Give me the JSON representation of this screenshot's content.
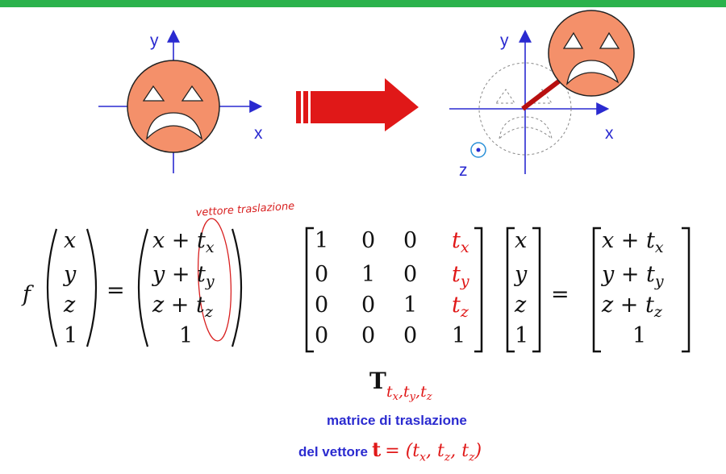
{
  "axes": {
    "left": {
      "x_label": "x",
      "y_label": "y"
    },
    "right": {
      "x_label": "x",
      "y_label": "y",
      "z_label": "z"
    }
  },
  "annotation": {
    "handwritten": "vettore traslazione"
  },
  "function": {
    "name": "f",
    "input_vector": [
      "x",
      "y",
      "z",
      "1"
    ],
    "output_vector": [
      {
        "base": "x +",
        "t": "t",
        "sub": "x"
      },
      {
        "base": "y +",
        "t": "t",
        "sub": "y"
      },
      {
        "base": "z +",
        "t": "t",
        "sub": "z"
      },
      {
        "base": "1",
        "t": "",
        "sub": ""
      }
    ]
  },
  "matrix": {
    "rows": [
      [
        "1",
        "0",
        "0",
        "t_x"
      ],
      [
        "0",
        "1",
        "0",
        "t_y"
      ],
      [
        "0",
        "0",
        "1",
        "t_z"
      ],
      [
        "0",
        "0",
        "0",
        "1"
      ]
    ],
    "vector": [
      "x",
      "y",
      "z",
      "1"
    ],
    "result": [
      {
        "base": "x +",
        "t": "t",
        "sub": "x"
      },
      {
        "base": "y +",
        "t": "t",
        "sub": "y"
      },
      {
        "base": "z +",
        "t": "t",
        "sub": "z"
      },
      {
        "base": "1",
        "t": "",
        "sub": ""
      }
    ],
    "name_bold": "T",
    "name_subscript": "tx,ty,tz"
  },
  "captions": {
    "line1": "matrice di traslazione",
    "line2_prefix": "del vettore",
    "line2_bold": "t",
    "line2_eq": "= (tx, tz, tz)"
  },
  "colors": {
    "green_bar": "#2bb24c",
    "face": "#f4906a",
    "axis": "#2a2ad0",
    "arrow": "#e01818",
    "translation_arrow": "#b80f0f",
    "caption": "#2b2bd0"
  }
}
